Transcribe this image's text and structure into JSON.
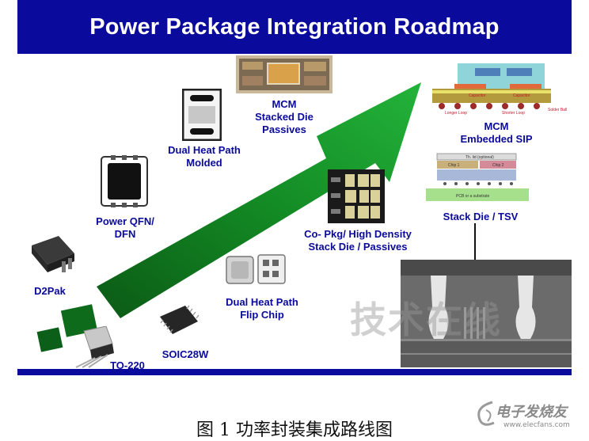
{
  "title": "Power Package Integration Roadmap",
  "packages": {
    "d2pak": "D2Pak",
    "to220": "TO-220",
    "soic": "SOIC28W",
    "qfn": "Power QFN/\nDFN",
    "dual_molded": "Dual Heat Path\nMolded",
    "dual_flip": "Dual Heat Path\nFlip Chip",
    "mcm_stacked": "MCM\nStacked Die\nPassives",
    "copkg": "Co- Pkg/ High Density\nStack Die / Passives",
    "mcm_sip": "MCM\nEmbedded SIP",
    "tsv": "Stack Die / TSV"
  },
  "sip_diagram_labels": {
    "capacitor_a": "Capacitor",
    "capacitor_b": "Capacitor",
    "longer_loop": "Longer Loop",
    "shorter_loop": "Shorter Loop",
    "solder_ball": "Solder Ball"
  },
  "tsv_diagram_labels": {
    "lid": "Th. lid (optional)",
    "chip1": "Chip 1",
    "chip2": "Chip 2",
    "substrate": "PCB or a substrate"
  },
  "watermark": "技术在线",
  "caption": "图 1  功率封装集成路线图",
  "brand": {
    "name": "电子发烧友",
    "url": "www.elecfans.com"
  },
  "colors": {
    "title_bar": "#0a0a9c",
    "label_text": "#0a0a9c",
    "arrow_green": "#0f7a1f"
  }
}
